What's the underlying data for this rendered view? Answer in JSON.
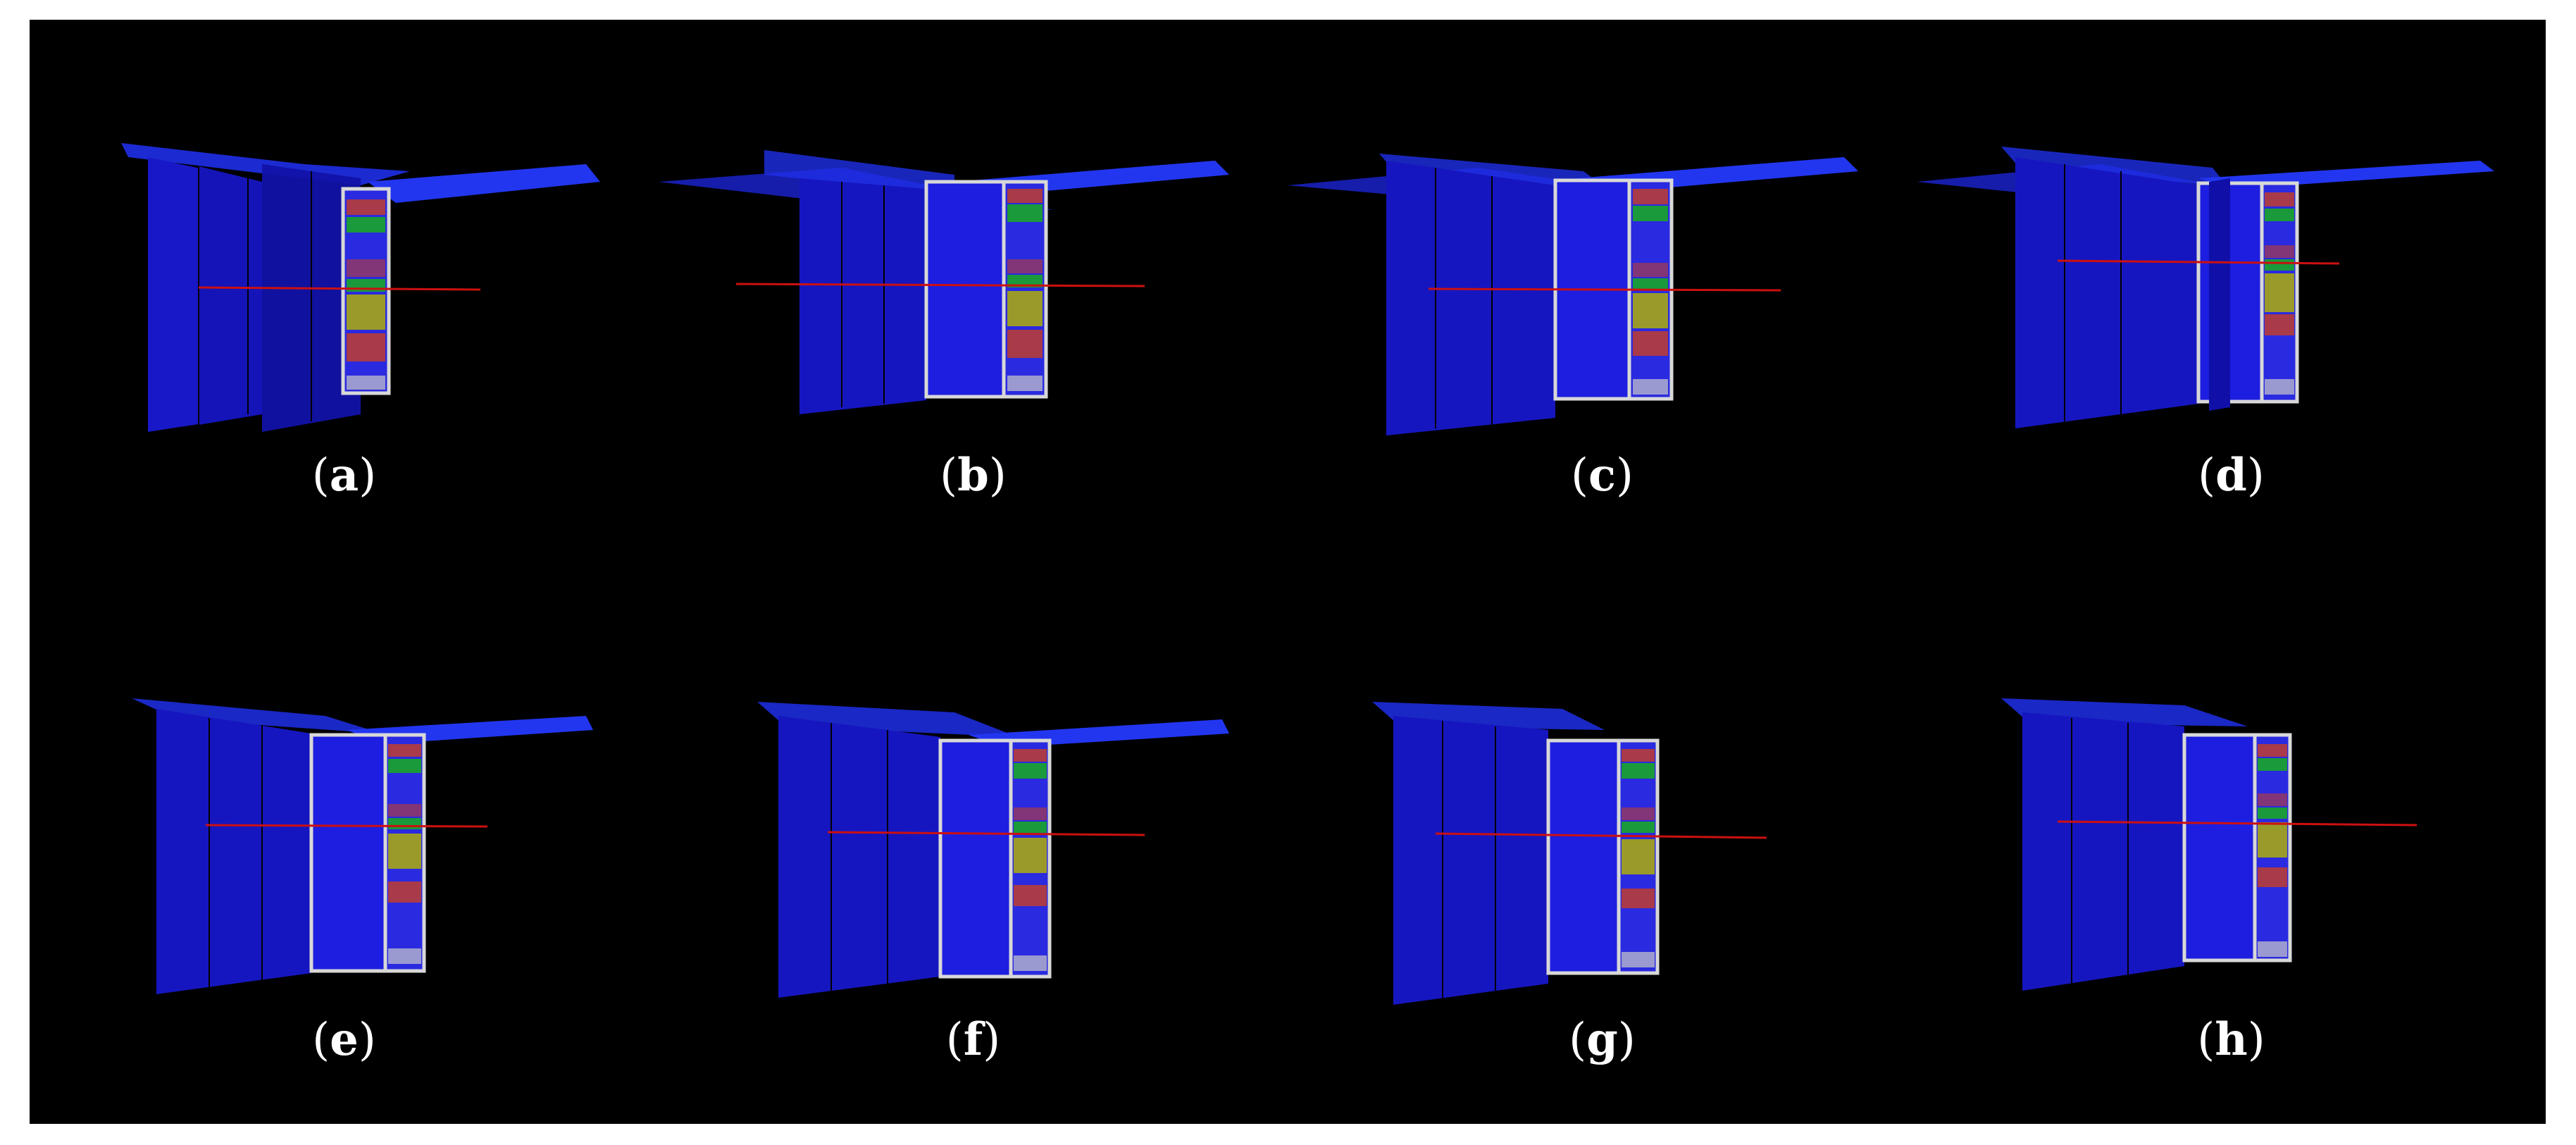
{
  "colors": {
    "background": "#000000",
    "panel_blue": "#1a1ad6",
    "panel_blue_dark": "#1010a8",
    "top_plate": "#1f2fe8",
    "frame_edge": "#d8d8d8",
    "ray_red": "#cc1010",
    "band_green": "#1a9a3a",
    "band_red": "#a83a4a",
    "band_yellow": "#9a9a2a",
    "band_grey": "#9a9ad0"
  },
  "panels": [
    {
      "letter": "a",
      "open": "(",
      "close": ")"
    },
    {
      "letter": "b",
      "open": "(",
      "close": ")"
    },
    {
      "letter": "c",
      "open": "(",
      "close": ")"
    },
    {
      "letter": "d",
      "open": "(",
      "close": ")"
    },
    {
      "letter": "e",
      "open": "(",
      "close": ")"
    },
    {
      "letter": "f",
      "open": "(",
      "close": ")"
    },
    {
      "letter": "g",
      "open": "(",
      "close": ")"
    },
    {
      "letter": "h",
      "open": "(",
      "close": ")"
    }
  ]
}
